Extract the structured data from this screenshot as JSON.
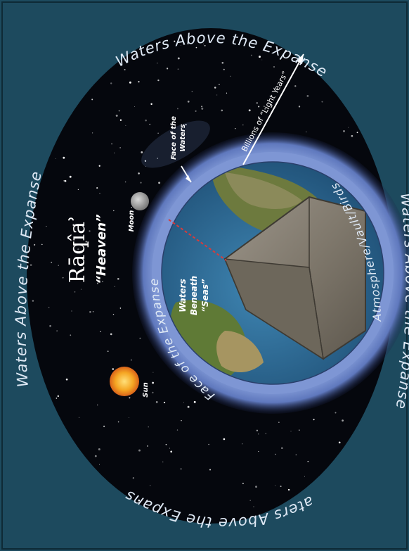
{
  "labels": {
    "waters_above_top": "Waters Above the Expanse",
    "waters_above_right": "Waters Above the Expanse",
    "waters_above_left": "Waters Above the Expanse",
    "waters_above_bottom": "Waters Above the Expanse",
    "raqia": "Rāqîaʾ",
    "heaven": "“Heaven”",
    "moon": "Moon",
    "sun": "Sun",
    "face_of_the_waters_line1": "Face of the",
    "face_of_the_waters_line2": "Waters",
    "billions_light_years": "Billions of “Light Years”",
    "atmosphere": "Atmosphere/Vault/Birds",
    "face_of_the_expanse": "Face of the Expanse",
    "waters_beneath_line1": "Waters",
    "waters_beneath_line2": "Beneath",
    "waters_beneath_line3": "“Seas”"
  },
  "colors": {
    "background": "#1d4a5e",
    "space": "#05070d",
    "atmosphere": "#6f88c8",
    "ocean": "#2c6f9a",
    "land": "#6d7a3e",
    "rock": "#8a8374",
    "sun": "#f2a41c",
    "text": "#dfe9f5"
  }
}
